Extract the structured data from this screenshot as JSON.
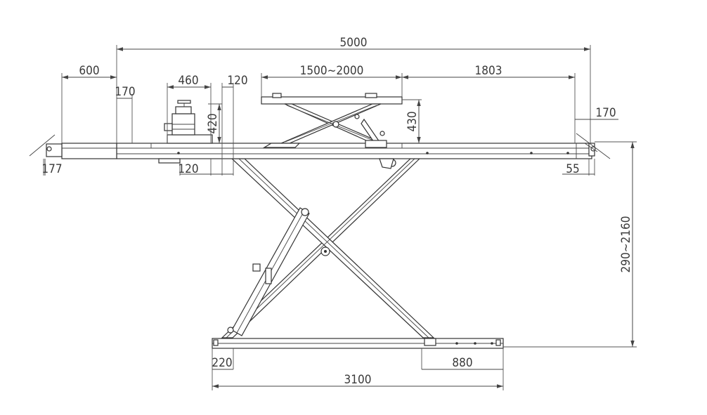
{
  "diagram": {
    "dimensions": {
      "total_length": "5000",
      "ext_left": "600",
      "end_left": "170",
      "pad_width": "460",
      "pad_gap": "120",
      "jack_range": "1500~2000",
      "deck_right": "1803",
      "end_right": "170",
      "pad_height": "420",
      "jack_height": "430",
      "ramp_height": "177",
      "pad_offset": "120",
      "right_offset": "55",
      "lift_height": "290~2160",
      "base_left": "220",
      "base_right": "880",
      "base_length": "3100"
    }
  }
}
